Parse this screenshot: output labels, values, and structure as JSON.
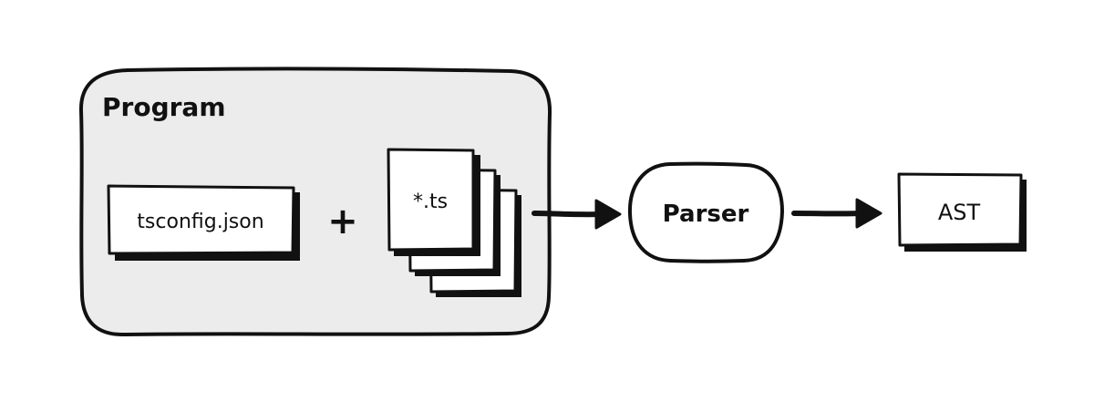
{
  "program": {
    "title": "Program"
  },
  "config_file": {
    "label": "tsconfig.json"
  },
  "plus": {
    "symbol": "+"
  },
  "ts_files": {
    "label": "*.ts"
  },
  "parser": {
    "label": "Parser"
  },
  "ast": {
    "label": "AST"
  },
  "colors": {
    "stroke": "#111111",
    "program_fill": "#ececec",
    "box_fill": "#ffffff",
    "background": "#ffffff"
  }
}
